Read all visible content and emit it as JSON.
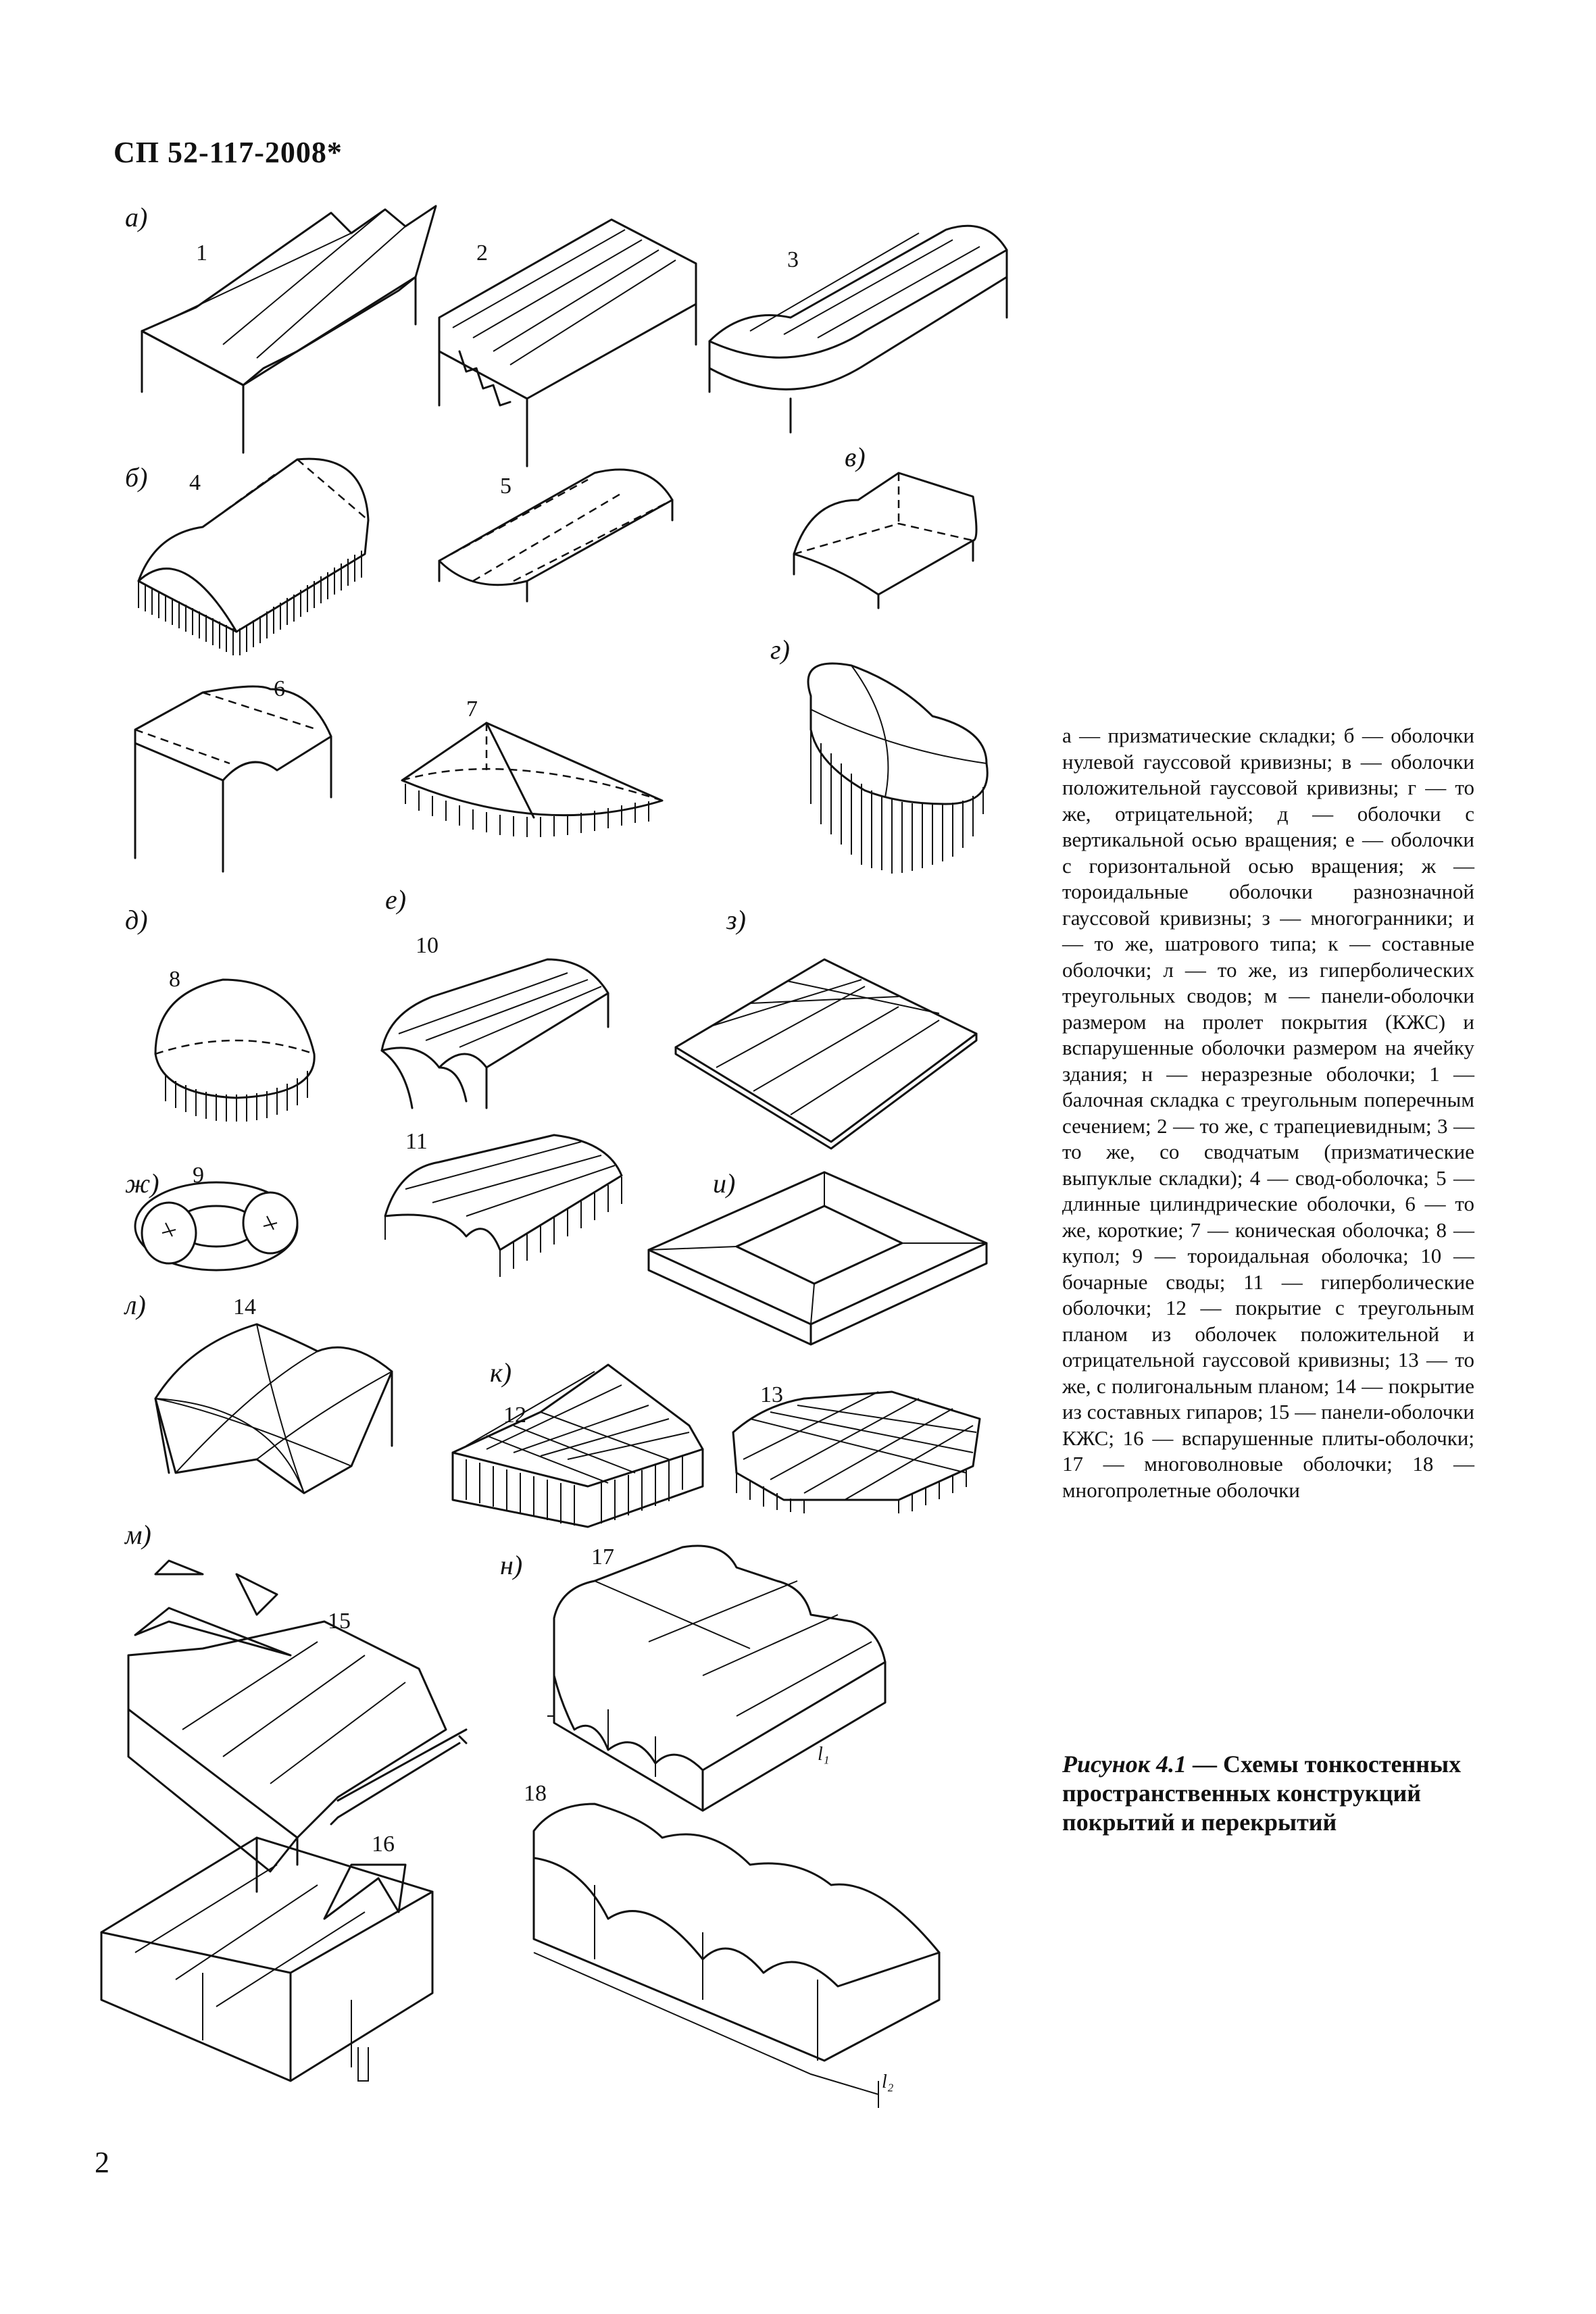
{
  "header": {
    "doc_code": "СП 52-117-2008*"
  },
  "page_number": "2",
  "figure": {
    "group_labels": [
      "а)",
      "б)",
      "в)",
      "г)",
      "д)",
      "е)",
      "з)",
      "ж)",
      "и)",
      "л)",
      "к)",
      "м)",
      "н)"
    ],
    "item_numbers": [
      "1",
      "2",
      "3",
      "4",
      "5",
      "6",
      "7",
      "8",
      "9",
      "10",
      "11",
      "12",
      "13",
      "14",
      "15",
      "16",
      "17",
      "18"
    ],
    "dimension_labels": {
      "l2": "l₂",
      "l1": "l₁"
    }
  },
  "legend": {
    "lines": [
      "а — призматические складки; б — оболочки нулевой гауссовой кривизны; в — оболочки положительной гауссовой кривизны; г — то же, отрицательной; д — оболочки с вертикальной осью вращения; е — оболочки с горизонтальной осью вращения; ж — тороидальные оболочки разнозначной гауссовой кривизны; з — многогранники; и — то же, шатрового типа; к — составные оболочки; л — то же, из гиперболических треугольных сводов; м — панели-оболочки размером на пролет покрытия (КЖС) и вспарушенные оболочки размером на ячейку здания; н — неразрезные оболочки; 1 — балочная складка с треугольным поперечным сечением; 2 — то же, с трапециевидным; 3 — то же, со сводчатым (призматические выпуклые складки); 4 — свод-оболочка; 5 — длинные цилиндрические оболочки, 6 — то же, короткие; 7 — коническая оболочка; 8 — купол; 9 — тороидальная оболочка; 10 — бочарные своды; 11 — гиперболические оболочки; 12 — покрытие с треугольным планом из оболочек положительной и отрицательной гауссовой кривизны; 13 — то же, с полигональным планом; 14 — покрытие из составных гипаров; 15 — панели-оболочки КЖС; 16 — вспарушенные плиты-оболочки; 17 — многоволновые оболочки; 18 — многопролетные оболочки"
    ]
  },
  "caption": {
    "number": "Рисунок 4.1",
    "dash": " — ",
    "title": "Схемы тонкостенных пространственных конструкций покрытий и перекрытий"
  }
}
